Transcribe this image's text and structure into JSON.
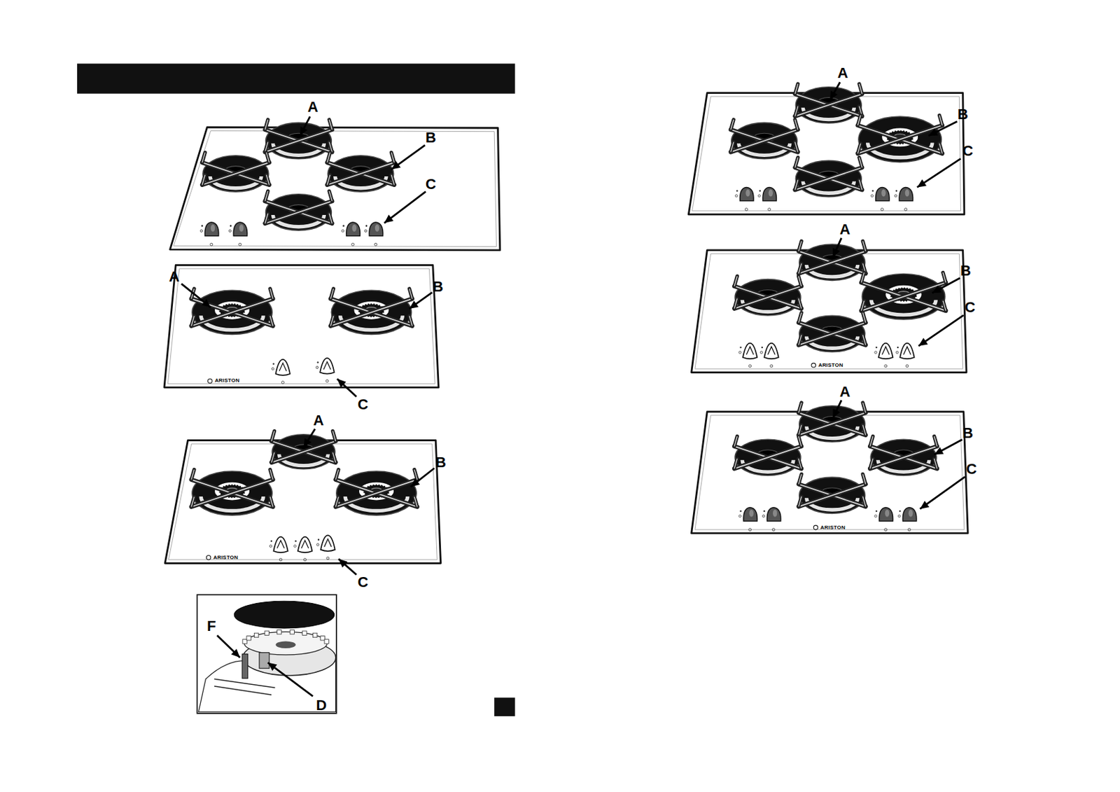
{
  "diagram": {
    "labels": [
      "A",
      "B",
      "C",
      "A",
      "B",
      "C",
      "ARISTON",
      "A",
      "B",
      "C",
      "ARISTON",
      "F",
      "D",
      "A",
      "B",
      "C",
      "A",
      "B",
      "C",
      "ARISTON",
      "A",
      "B",
      "C",
      "ARISTON"
    ]
  }
}
